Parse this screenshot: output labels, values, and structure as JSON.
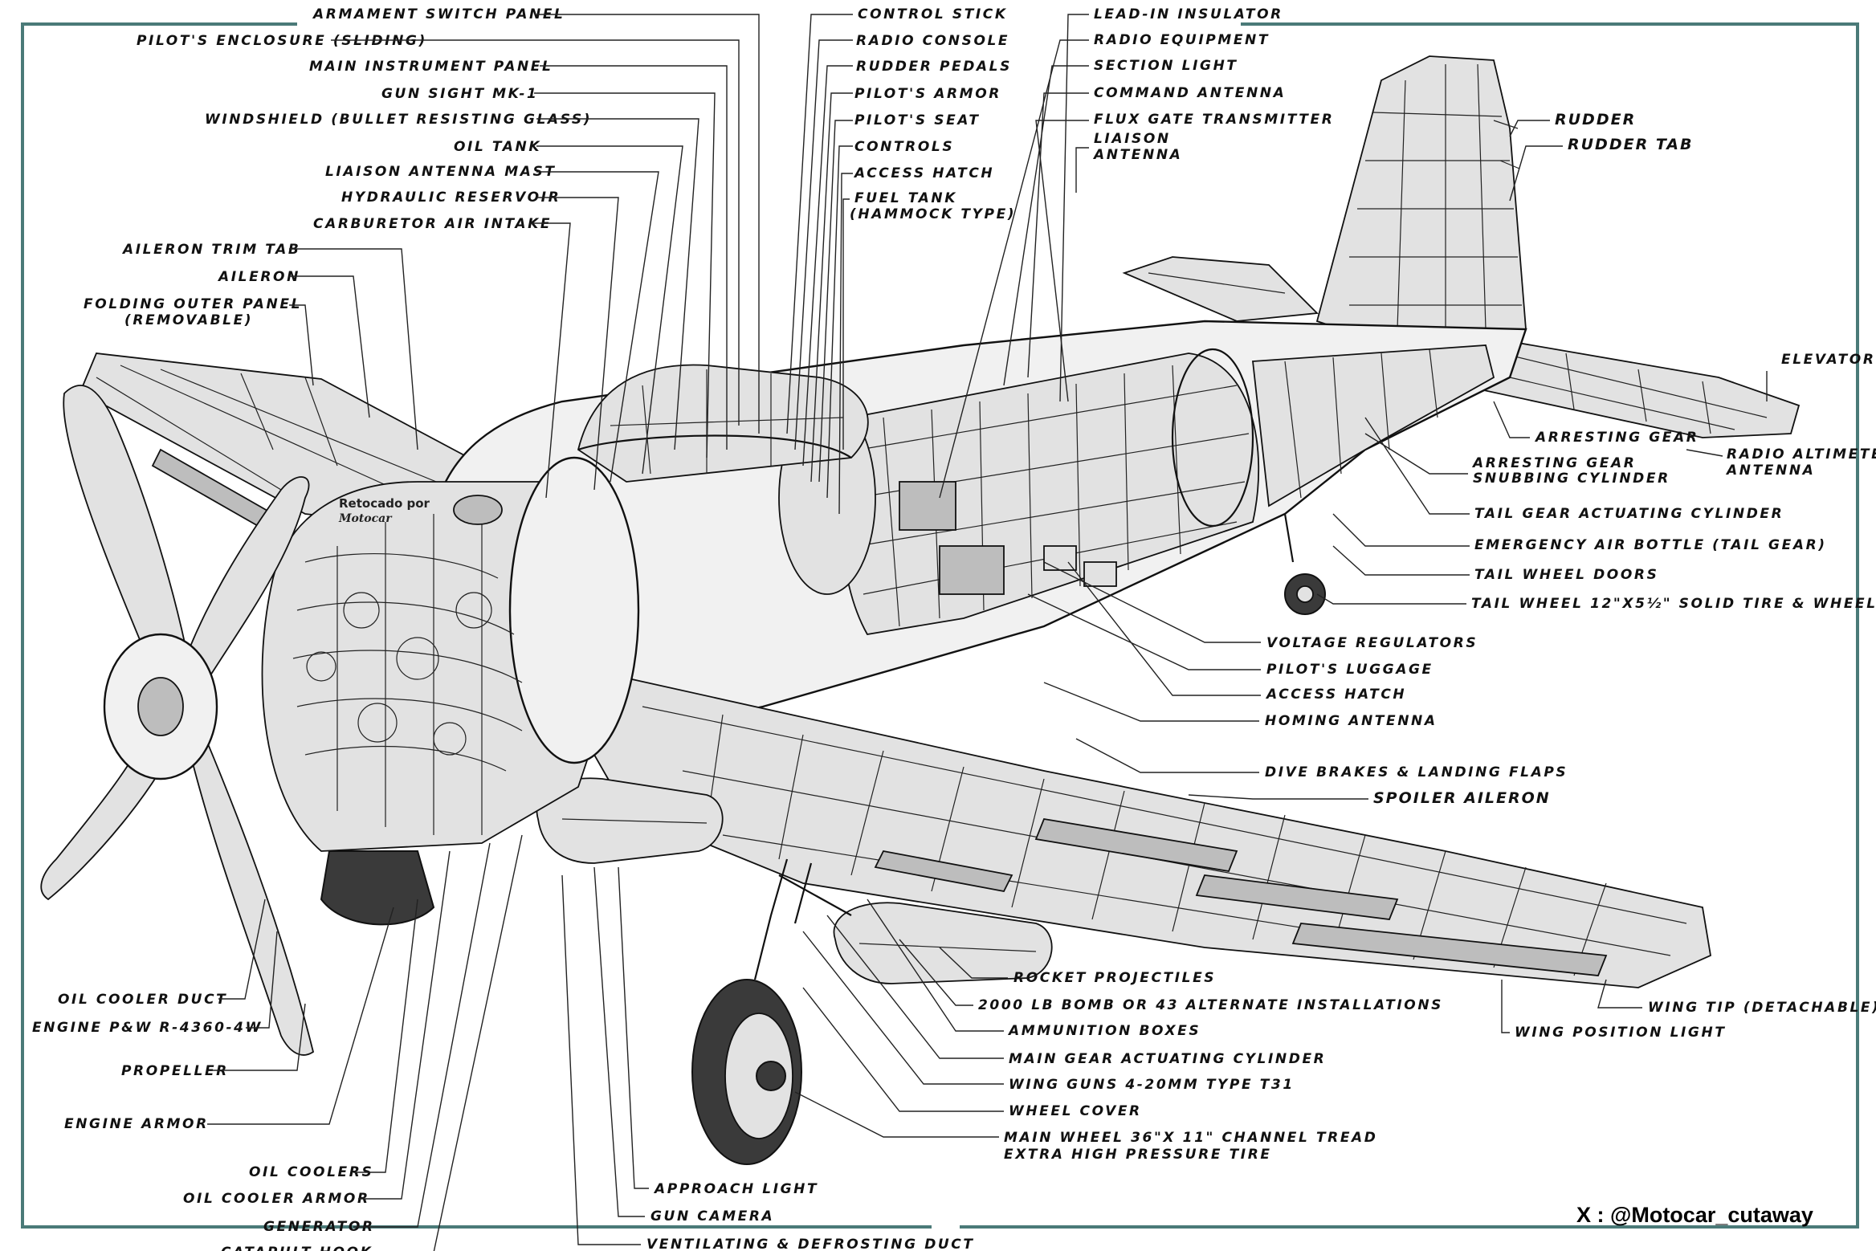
{
  "labels": {
    "armament_switch_panel": "ARMAMENT SWITCH PANEL",
    "pilots_enclosure": "PILOT'S ENCLOSURE (SLIDING)",
    "main_instrument_panel": "MAIN INSTRUMENT PANEL",
    "gun_sight": "GUN SIGHT MK-1",
    "windshield": "WINDSHIELD (BULLET RESISTING GLASS)",
    "oil_tank": "OIL TANK",
    "liaison_antenna_mast": "LIAISON ANTENNA MAST",
    "hydraulic_reservoir": "HYDRAULIC RESERVOIR",
    "carburetor_air_intake": "CARBURETOR AIR INTAKE",
    "aileron_trim_tab": "AILERON TRIM TAB",
    "aileron": "AILERON",
    "folding_outer_panel": "FOLDING OUTER PANEL",
    "folding_outer_panel_note": "(REMOVABLE)",
    "control_stick": "CONTROL STICK",
    "radio_console": "RADIO CONSOLE",
    "rudder_pedals": "RUDDER PEDALS",
    "pilots_armor": "PILOT'S ARMOR",
    "pilots_seat": "PILOT'S SEAT",
    "controls": "CONTROLS",
    "access_hatch_top": "ACCESS HATCH",
    "fuel_tank": "FUEL TANK",
    "fuel_tank_note": "(HAMMOCK TYPE)",
    "lead_in_insulator": "LEAD-IN INSULATOR",
    "radio_equipment": "RADIO EQUIPMENT",
    "section_light": "SECTION LIGHT",
    "command_antenna": "COMMAND ANTENNA",
    "flux_gate_transmitter": "FLUX GATE TRANSMITTER",
    "liaison_antenna_1": "LIAISON",
    "liaison_antenna_2": "ANTENNA",
    "rudder": "RUDDER",
    "rudder_tab": "RUDDER TAB",
    "elevator": "ELEVATOR",
    "arresting_gear": "ARRESTING GEAR",
    "radio_altimeter_antenna_1": "RADIO ALTIMETER",
    "radio_altimeter_antenna_2": "ANTENNA",
    "arresting_gear_snubbing_1": "ARRESTING GEAR",
    "arresting_gear_snubbing_2": "SNUBBING CYLINDER",
    "tail_gear_actuating_cylinder": "TAIL GEAR ACTUATING CYLINDER",
    "emergency_air_bottle": "EMERGENCY AIR BOTTLE (TAIL GEAR)",
    "tail_wheel_doors": "TAIL WHEEL DOORS",
    "tail_wheel": "TAIL WHEEL 12\"X5½\" SOLID TIRE & WHEEL",
    "voltage_regulators": "VOLTAGE REGULATORS",
    "pilots_luggage": "PILOT'S LUGGAGE",
    "access_hatch_mid": "ACCESS HATCH",
    "homing_antenna": "HOMING ANTENNA",
    "dive_brakes": "DIVE BRAKES & LANDING FLAPS",
    "spoiler_aileron": "SPOILER AILERON",
    "rocket_projectiles": "ROCKET PROJECTILES",
    "bomb": "2000 LB BOMB OR 43 ALTERNATE INSTALLATIONS",
    "ammunition_boxes": "AMMUNITION BOXES",
    "main_gear_actuating_cylinder": "MAIN GEAR ACTUATING CYLINDER",
    "wing_guns": "WING GUNS 4-20MM TYPE T31",
    "wheel_cover": "WHEEL COVER",
    "main_wheel_1": "MAIN WHEEL 36\"X 11\" CHANNEL TREAD",
    "main_wheel_2": "EXTRA HIGH PRESSURE TIRE",
    "wing_tip": "WING TIP (DETACHABLE)",
    "wing_position_light": "WING POSITION LIGHT",
    "oil_cooler_duct": "OIL COOLER DUCT",
    "engine": "ENGINE P&W R-4360-4W",
    "propeller": "PROPELLER",
    "engine_armor": "ENGINE ARMOR",
    "oil_coolers": "OIL COOLERS",
    "oil_cooler_armor": "OIL COOLER ARMOR",
    "generator": "GENERATOR",
    "catapult_hook": "CATAPULT HOOK",
    "approach_light": "APPROACH LIGHT",
    "gun_camera": "GUN CAMERA",
    "ventilating_duct": "VENTILATING & DEFROSTING DUCT"
  },
  "credits": {
    "retouch_line1": "Retocado por",
    "retouch_line2": "Motocar",
    "watermark": "X : @Motocar_cutaway"
  },
  "colors": {
    "frame": "#4a7a78",
    "ink": "#111111",
    "background": "#ffffff"
  }
}
